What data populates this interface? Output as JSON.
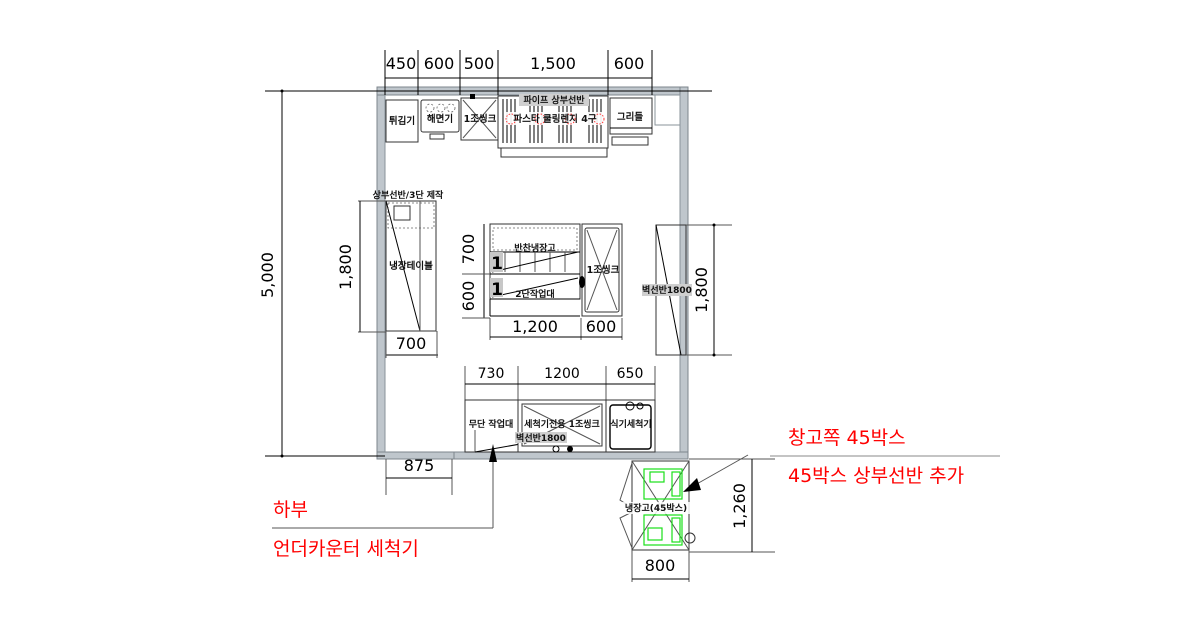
{
  "diagram": {
    "type": "kitchen-floor-plan",
    "overall_dims": {
      "height": "5,000"
    },
    "top_dims": [
      "450",
      "600",
      "500",
      "1,500",
      "600"
    ],
    "top_row_equipment": [
      {
        "label": "튀김기"
      },
      {
        "label": "해면기"
      },
      {
        "label": "1조씽크"
      },
      {
        "label": "파스타 쿨링렌지 4구"
      },
      {
        "label": "그리들"
      }
    ],
    "top_shelf_label": "파이프 상부선반",
    "left_unit": {
      "top_label": "상부선반/3단 제작",
      "label": "냉장테이블",
      "height_dim": "1,800",
      "width_dim": "700"
    },
    "center_island": {
      "upper_label": "반찬냉장고",
      "lower_label": "2단작업대",
      "sink_label": "1조씽크",
      "dims_v": [
        "700",
        "600"
      ],
      "dims_h": [
        "1,200",
        "600"
      ],
      "markers": [
        "1",
        "1"
      ]
    },
    "right_unit": {
      "label": "벽선반1800",
      "height_dim": "1,800"
    },
    "bottom_row": {
      "dims": [
        "730",
        "1200",
        "650"
      ],
      "items": [
        {
          "label": "무단 작업대"
        },
        {
          "label": "세척기전용 1조씽크"
        },
        {
          "label": "식기세척기"
        }
      ],
      "shelf_label": "벽선반1800"
    },
    "door_dim": "875",
    "fridge": {
      "label": "냉장고(45박스)",
      "width_dim": "800",
      "height_dim": "1,260"
    },
    "notes": {
      "left": [
        "하부",
        "언더카운터 세척기"
      ],
      "right": [
        "창고쪽 45박스",
        "45박스 상부선반 추가"
      ]
    },
    "colors": {
      "note": "#ff0000",
      "wall": "#bfc6cc",
      "equipment_highlight": "#19e019"
    }
  }
}
